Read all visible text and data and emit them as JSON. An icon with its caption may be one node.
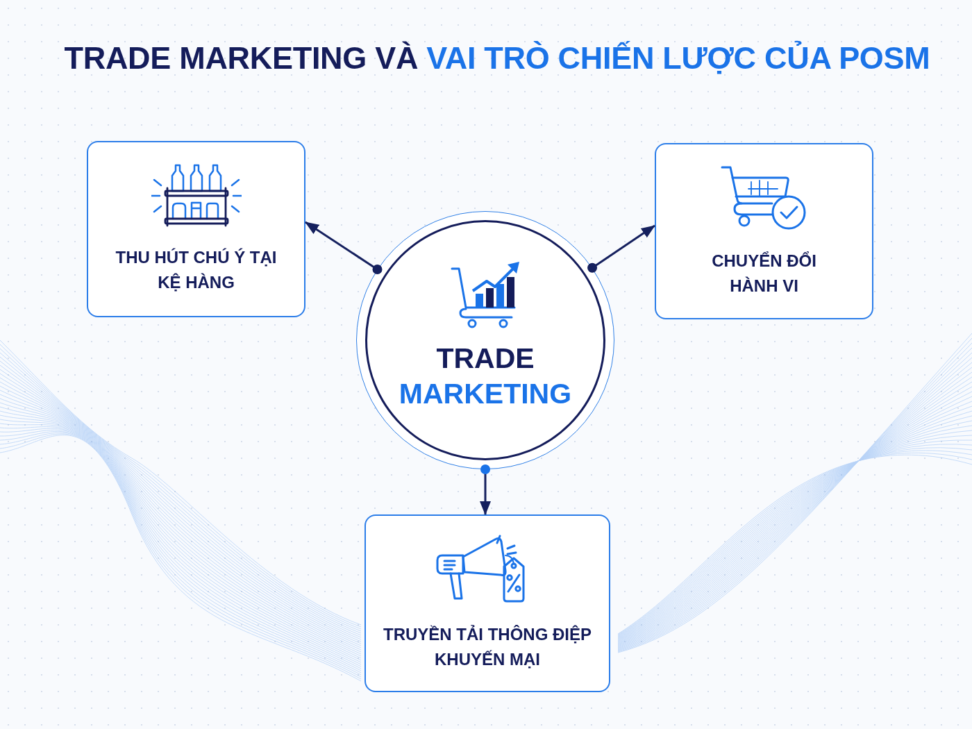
{
  "diagram": {
    "title": "TRADE MARKETING VÀ **VAI TRÒ CHIẾN LƯỢC CỦA POSM**",
    "nodes": [
      {
        "text": [
          "THU HÚT CHÚ Ý TẠI KỆ HÀNG"
        ]
      },
      {
        "text": [
          "CHUYỂN ĐỔI HÀNH VI"
        ]
      },
      {
        "text": [
          "TRADE",
          "MARKETING"
        ]
      },
      {
        "text": [
          "TRUYỀN TẢI THÔNG ĐIỆP KHUYẾN MẠI"
        ]
      }
    ],
    "edges": [
      {
        "from": 2,
        "to": 0,
        "arrow": "to"
      },
      {
        "from": 2,
        "to": 1,
        "arrow": "to"
      },
      {
        "from": 2,
        "to": 3,
        "arrow": "to"
      }
    ]
  }
}
